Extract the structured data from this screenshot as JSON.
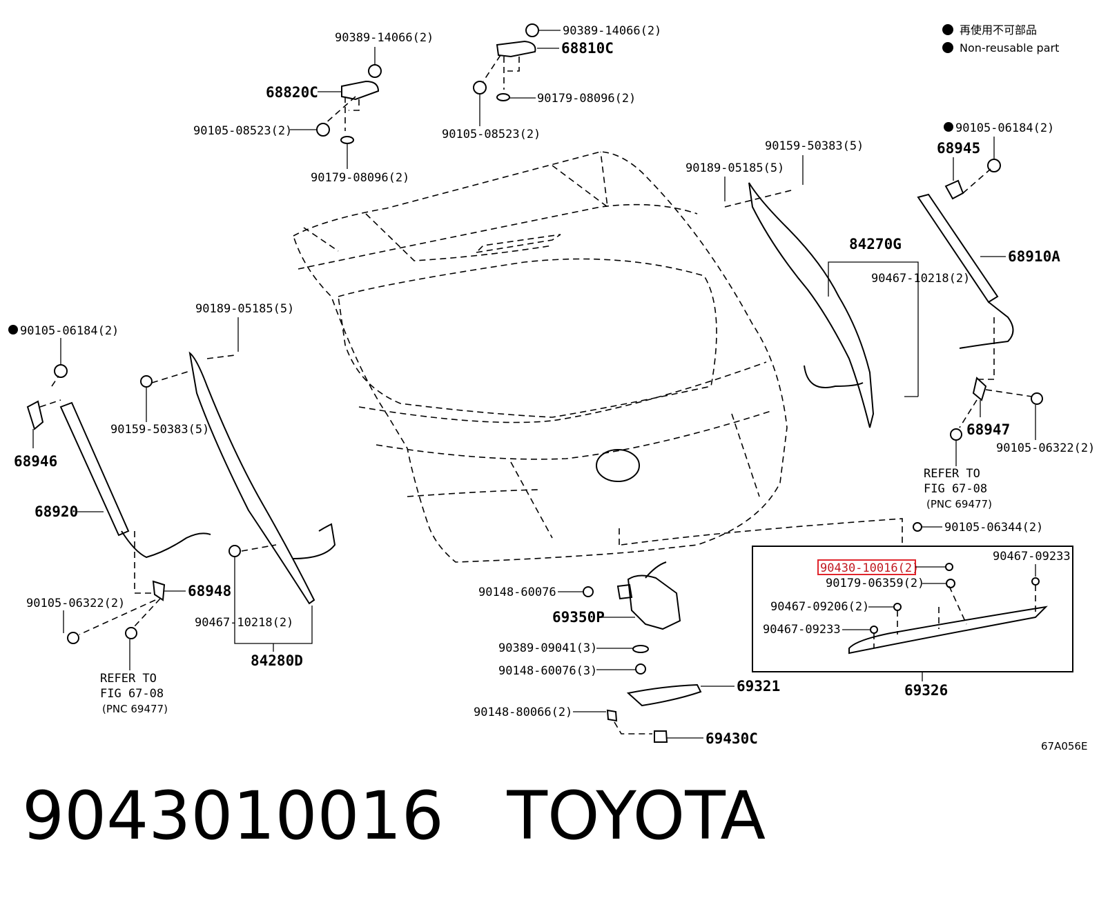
{
  "legend": {
    "line1": "再使用不可部品",
    "line2": "Non-reusable part"
  },
  "diagram_code": "67A056E",
  "footer": {
    "part_number": "9043010016",
    "brand": "TOYOTA"
  },
  "highlight_color": "#e0242b",
  "labels": {
    "p90389_14066_a": "90389-14066(2)",
    "p90389_14066_b": "90389-14066(2)",
    "p68820C": "68820C",
    "p68810C": "68810C",
    "p90105_08523_a": "90105-08523(2)",
    "p90105_08523_b": "90105-08523(2)",
    "p90179_08096_a": "90179-08096(2)",
    "p90179_08096_b": "90179-08096(2)",
    "p90159_50383_a": "90159-50383(5)",
    "p90189_05185_a": "90189-05185(5)",
    "p90105_06184_a": "90105-06184(2)",
    "p68945": "68945",
    "p84270G": "84270G",
    "p90467_10218_a": "90467-10218(2)",
    "p68910A": "68910A",
    "p90189_05185_b": "90189-05185(5)",
    "p90105_06184_b": "90105-06184(2)",
    "p68946": "68946",
    "p90159_50383_b": "90159-50383(5)",
    "p68947": "68947",
    "p90105_06322_a": "90105-06322(2)",
    "refer_r_1": "REFER TO",
    "refer_r_2": "FIG 67-08",
    "refer_r_3": "(PNC 69477)",
    "p68920": "68920",
    "p90105_06344": "90105-06344(2)",
    "p90430_10016": "90430-10016(2)",
    "p90467_09233_a": "90467-09233",
    "p90179_06359": "90179-06359(2)",
    "p90467_09206": "90467-09206(2)",
    "p90467_09233_b": "90467-09233",
    "p69326": "69326",
    "p90148_60076_a": "90148-60076",
    "p69350P": "69350P",
    "p90389_09041": "90389-09041(3)",
    "p90148_60076_b": "90148-60076(3)",
    "p69321": "69321",
    "p90148_80066": "90148-80066(2)",
    "p69430C": "69430C",
    "p68948": "68948",
    "p90105_06322_b": "90105-06322(2)",
    "p90467_10218_b": "90467-10218(2)",
    "p84280D": "84280D",
    "refer_l_1": "REFER TO",
    "refer_l_2": "FIG 67-08",
    "refer_l_3": "(PNC 69477)"
  }
}
